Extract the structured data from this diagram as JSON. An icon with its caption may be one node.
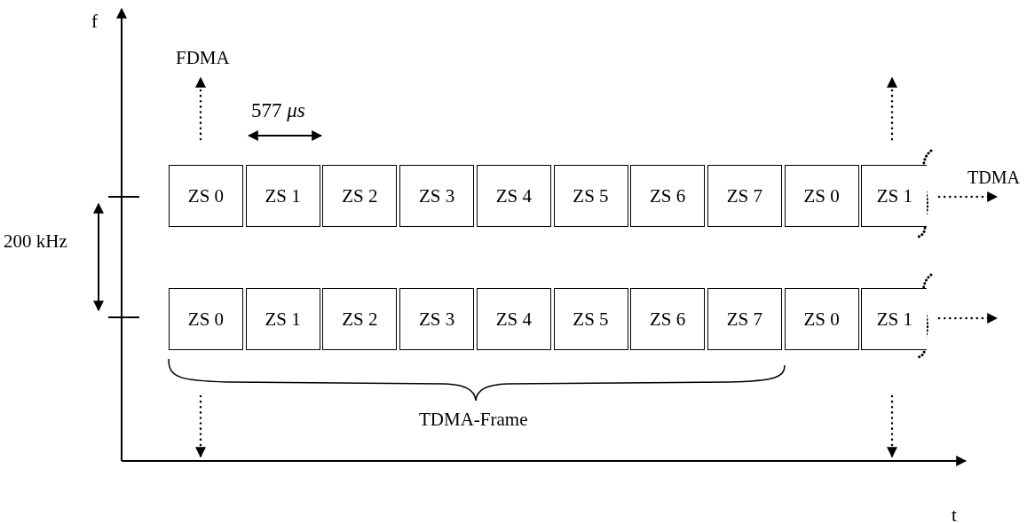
{
  "diagram": {
    "nodes": [
      {
        "text": [
          "ZS 0"
        ]
      },
      {
        "text": [
          "ZS 1"
        ]
      },
      {
        "text": [
          "ZS 2"
        ]
      },
      {
        "text": [
          "ZS 3"
        ]
      },
      {
        "text": [
          "ZS 4"
        ]
      },
      {
        "text": [
          "ZS 5"
        ]
      },
      {
        "text": [
          "ZS 6"
        ]
      },
      {
        "text": [
          "ZS 7"
        ]
      },
      {
        "text": [
          "ZS 0"
        ]
      },
      {
        "text": [
          "ZS 1"
        ]
      },
      {
        "text": [
          "ZS 0"
        ]
      },
      {
        "text": [
          "ZS 1"
        ]
      },
      {
        "text": [
          "ZS 2"
        ]
      },
      {
        "text": [
          "ZS 3"
        ]
      },
      {
        "text": [
          "ZS 4"
        ]
      },
      {
        "text": [
          "ZS 5"
        ]
      },
      {
        "text": [
          "ZS 6"
        ]
      },
      {
        "text": [
          "ZS 7"
        ]
      },
      {
        "text": [
          "ZS 0"
        ]
      },
      {
        "text": [
          "ZS 1"
        ]
      }
    ],
    "labels": [
      "f",
      "FDMA",
      "577 *μs*",
      "TDMA",
      "200 kHz",
      "TDMA-Frame",
      "t"
    ]
  }
}
